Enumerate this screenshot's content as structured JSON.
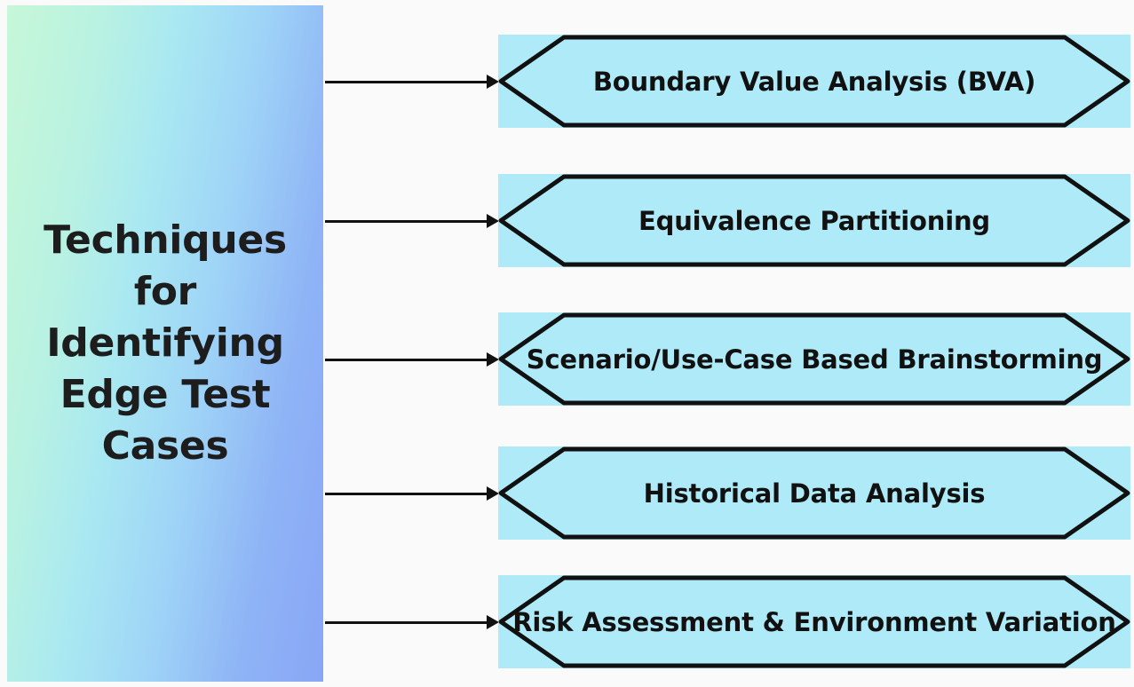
{
  "diagram": {
    "title": "Techniques for Identifying Edge Test Cases",
    "root": {
      "label": "Techniques\nfor\nIdentifying\nEdge Test\nCases",
      "gradient_start": "#c6f7d8",
      "gradient_end": "#88a6f5"
    },
    "node_fill": "#aeeaf7",
    "node_stroke": "#111111",
    "background": "#fafafa",
    "nodes": [
      {
        "label": "Boundary Value Analysis (BVA)"
      },
      {
        "label": "Equivalence Partitioning"
      },
      {
        "label": "Scenario/Use-Case Based Brainstorming"
      },
      {
        "label": "Historical Data Analysis"
      },
      {
        "label": "Risk Assessment & Environment Variation"
      }
    ],
    "connectors": [
      {
        "from": "root",
        "to": "Boundary Value Analysis (BVA)"
      },
      {
        "from": "root",
        "to": "Equivalence Partitioning"
      },
      {
        "from": "root",
        "to": "Scenario/Use-Case Based Brainstorming"
      },
      {
        "from": "root",
        "to": "Historical Data Analysis"
      },
      {
        "from": "root",
        "to": "Risk Assessment & Environment Variation"
      }
    ]
  }
}
